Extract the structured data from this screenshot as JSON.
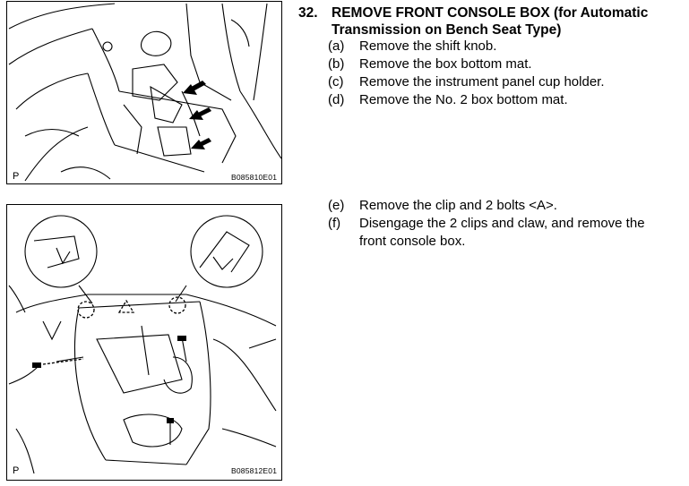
{
  "step": {
    "number": "32.",
    "title_line1": "REMOVE FRONT CONSOLE BOX (for Automatic",
    "title_line2": "Transmission on Bench Seat Type)"
  },
  "substeps_a": [
    {
      "label": "(a)",
      "text": "Remove the shift knob."
    },
    {
      "label": "(b)",
      "text": "Remove the box bottom mat."
    },
    {
      "label": "(c)",
      "text": "Remove the instrument panel cup holder."
    },
    {
      "label": "(d)",
      "text": "Remove the No. 2 box bottom mat."
    }
  ],
  "substeps_b": [
    {
      "label": "(e)",
      "text": "Remove the clip and 2 bolts <A>."
    },
    {
      "label": "(f)",
      "text_line1": "Disengage the 2 clips and claw, and remove the",
      "text_line2": "front console box."
    }
  ],
  "figures": [
    {
      "corner_label": "P",
      "code": "B085810E01"
    },
    {
      "corner_label": "P",
      "code": "B085812E01"
    }
  ]
}
